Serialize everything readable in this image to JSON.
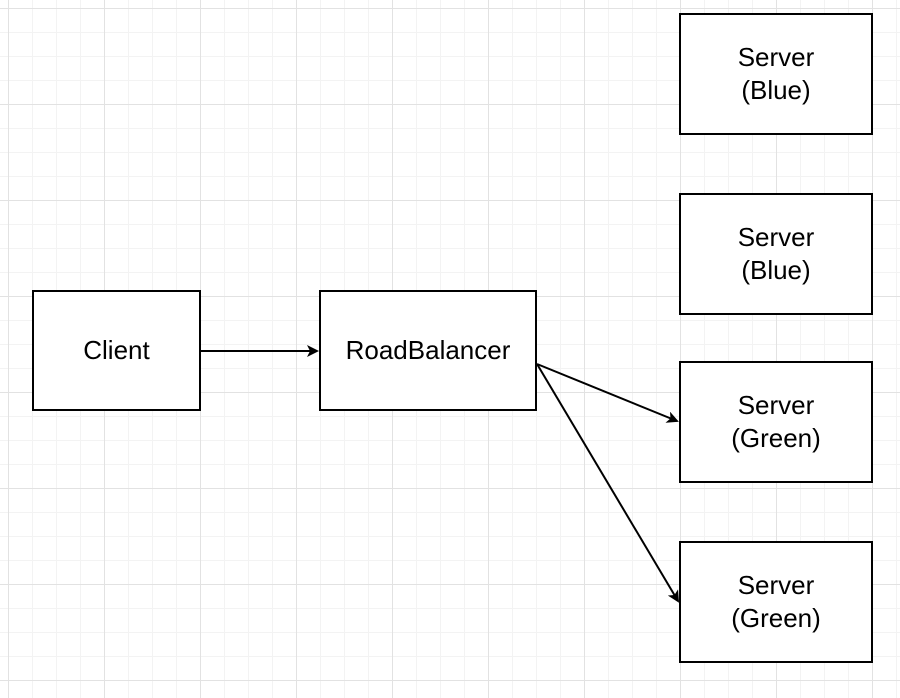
{
  "diagram": {
    "nodes": {
      "client": {
        "label": "Client"
      },
      "load_balancer": {
        "label": "RoadBalancer"
      },
      "server_blue_1": {
        "line1": "Server",
        "line2": "(Blue)"
      },
      "server_blue_2": {
        "line1": "Server",
        "line2": "(Blue)"
      },
      "server_green_1": {
        "line1": "Server",
        "line2": "(Green)"
      },
      "server_green_2": {
        "line1": "Server",
        "line2": "(Green)"
      }
    },
    "edges": [
      {
        "from": "client",
        "to": "load_balancer"
      },
      {
        "from": "load_balancer",
        "to": "server_green_1"
      },
      {
        "from": "load_balancer",
        "to": "server_green_2"
      }
    ],
    "colors": {
      "stroke": "#000000",
      "node_fill": "#ffffff",
      "grid_major": "#e2e2e2",
      "grid_minor": "#f3f3f3"
    }
  }
}
